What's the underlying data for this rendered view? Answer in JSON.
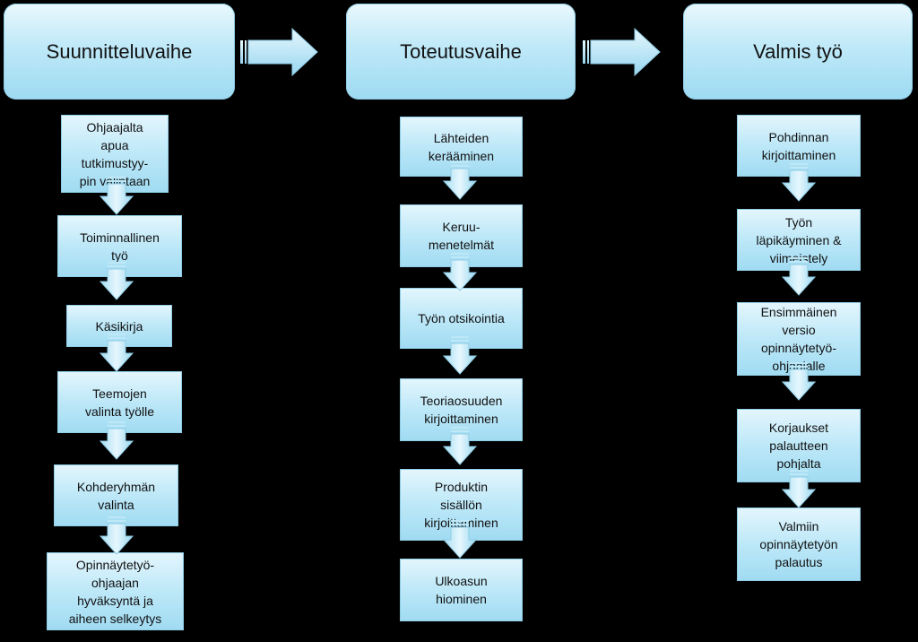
{
  "headers": [
    "Suunnitteluvaihe",
    "Toteutusvaihe",
    "Valmis työ"
  ],
  "columns": [
    {
      "steps": [
        "Ohjaajalta\napua\ntutkimustyy-\npin valintaan",
        "Toiminnallinen\ntyö",
        "Käsikirja",
        "Teemojen\nvalinta työlle",
        "Kohderyhmän\nvalinta",
        "Opinnäytetyö-\nohjaajan\nhyväksyntä ja\naiheen selkeytys"
      ]
    },
    {
      "steps": [
        "Lähteiden\nkerääminen",
        "Keruu-\nmenetelmät",
        "Työn otsikointia",
        "Teoriaosuuden\nkirjoittaminen",
        "Produktin\nsisällön\nkirjoittaminen",
        "Ulkoasun\nhiominen"
      ]
    },
    {
      "steps": [
        "Pohdinnan\nkirjoittaminen",
        "Työn\nläpikäyminen &\nviimeistely",
        "Ensimmäinen\nversio\nopinnäytetyö-\nohjaajalle",
        "Korjaukset\npalautteen\npohjalta",
        "Valmiin\nopinnäytetyön\npalautus"
      ]
    }
  ]
}
